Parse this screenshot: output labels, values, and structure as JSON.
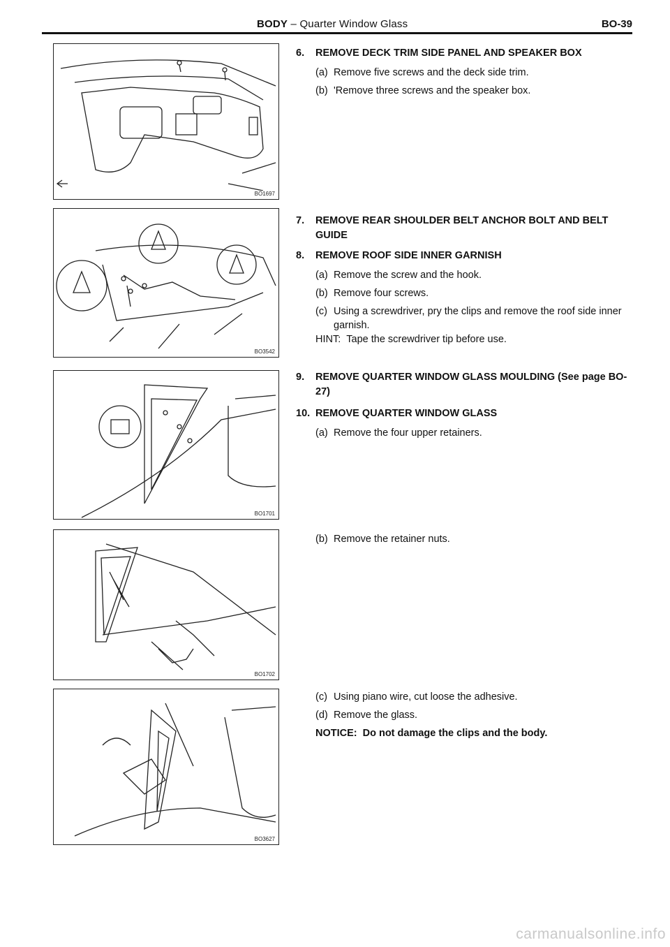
{
  "header": {
    "section": "BODY",
    "separator": "–",
    "subtitle": "Quarter Window Glass",
    "page_number": "BO-39"
  },
  "figures": [
    {
      "code": "BO1697"
    },
    {
      "code": "BO3542"
    },
    {
      "code": "BO1701"
    },
    {
      "code": "BO1702"
    },
    {
      "code": "BO3627"
    }
  ],
  "steps": [
    {
      "num": "6.",
      "title": "REMOVE DECK TRIM SIDE PANEL AND SPEAKER BOX"
    },
    {
      "num": "7.",
      "title": "REMOVE REAR SHOULDER BELT ANCHOR BOLT AND BELT GUIDE"
    },
    {
      "num": "8.",
      "title": "REMOVE ROOF SIDE INNER GARNISH"
    },
    {
      "num": "9.",
      "title": "REMOVE QUARTER WINDOW GLASS MOULDING (See page BO-27)"
    },
    {
      "num": "10.",
      "title": "REMOVE QUARTER WINDOW GLASS"
    }
  ],
  "substeps": {
    "s6a": {
      "label": "(a)",
      "text": "Remove five screws and the deck side trim."
    },
    "s6b": {
      "label": "(b)",
      "text": "'Remove three screws and the speaker box."
    },
    "s8a": {
      "label": "(a)",
      "text": "Remove the screw and the hook."
    },
    "s8b": {
      "label": "(b)",
      "text": "Remove four screws."
    },
    "s8c": {
      "label": "(c)",
      "text": "Using a screwdriver, pry the clips and remove the roof side inner garnish."
    },
    "s10a": {
      "label": "(a)",
      "text": "Remove the four upper retainers."
    },
    "s10b": {
      "label": "(b)",
      "text": "Remove the retainer nuts."
    },
    "s10c": {
      "label": "(c)",
      "text": "Using piano wire, cut loose the adhesive."
    },
    "s10d": {
      "label": "(d)",
      "text": "Remove the glass."
    }
  },
  "hint": {
    "label": "HINT:",
    "text": "Tape the screwdriver tip before use."
  },
  "notice": {
    "label": "NOTICE:",
    "text": "Do not damage the clips and the body."
  },
  "watermark": "carmanualsonline.info"
}
